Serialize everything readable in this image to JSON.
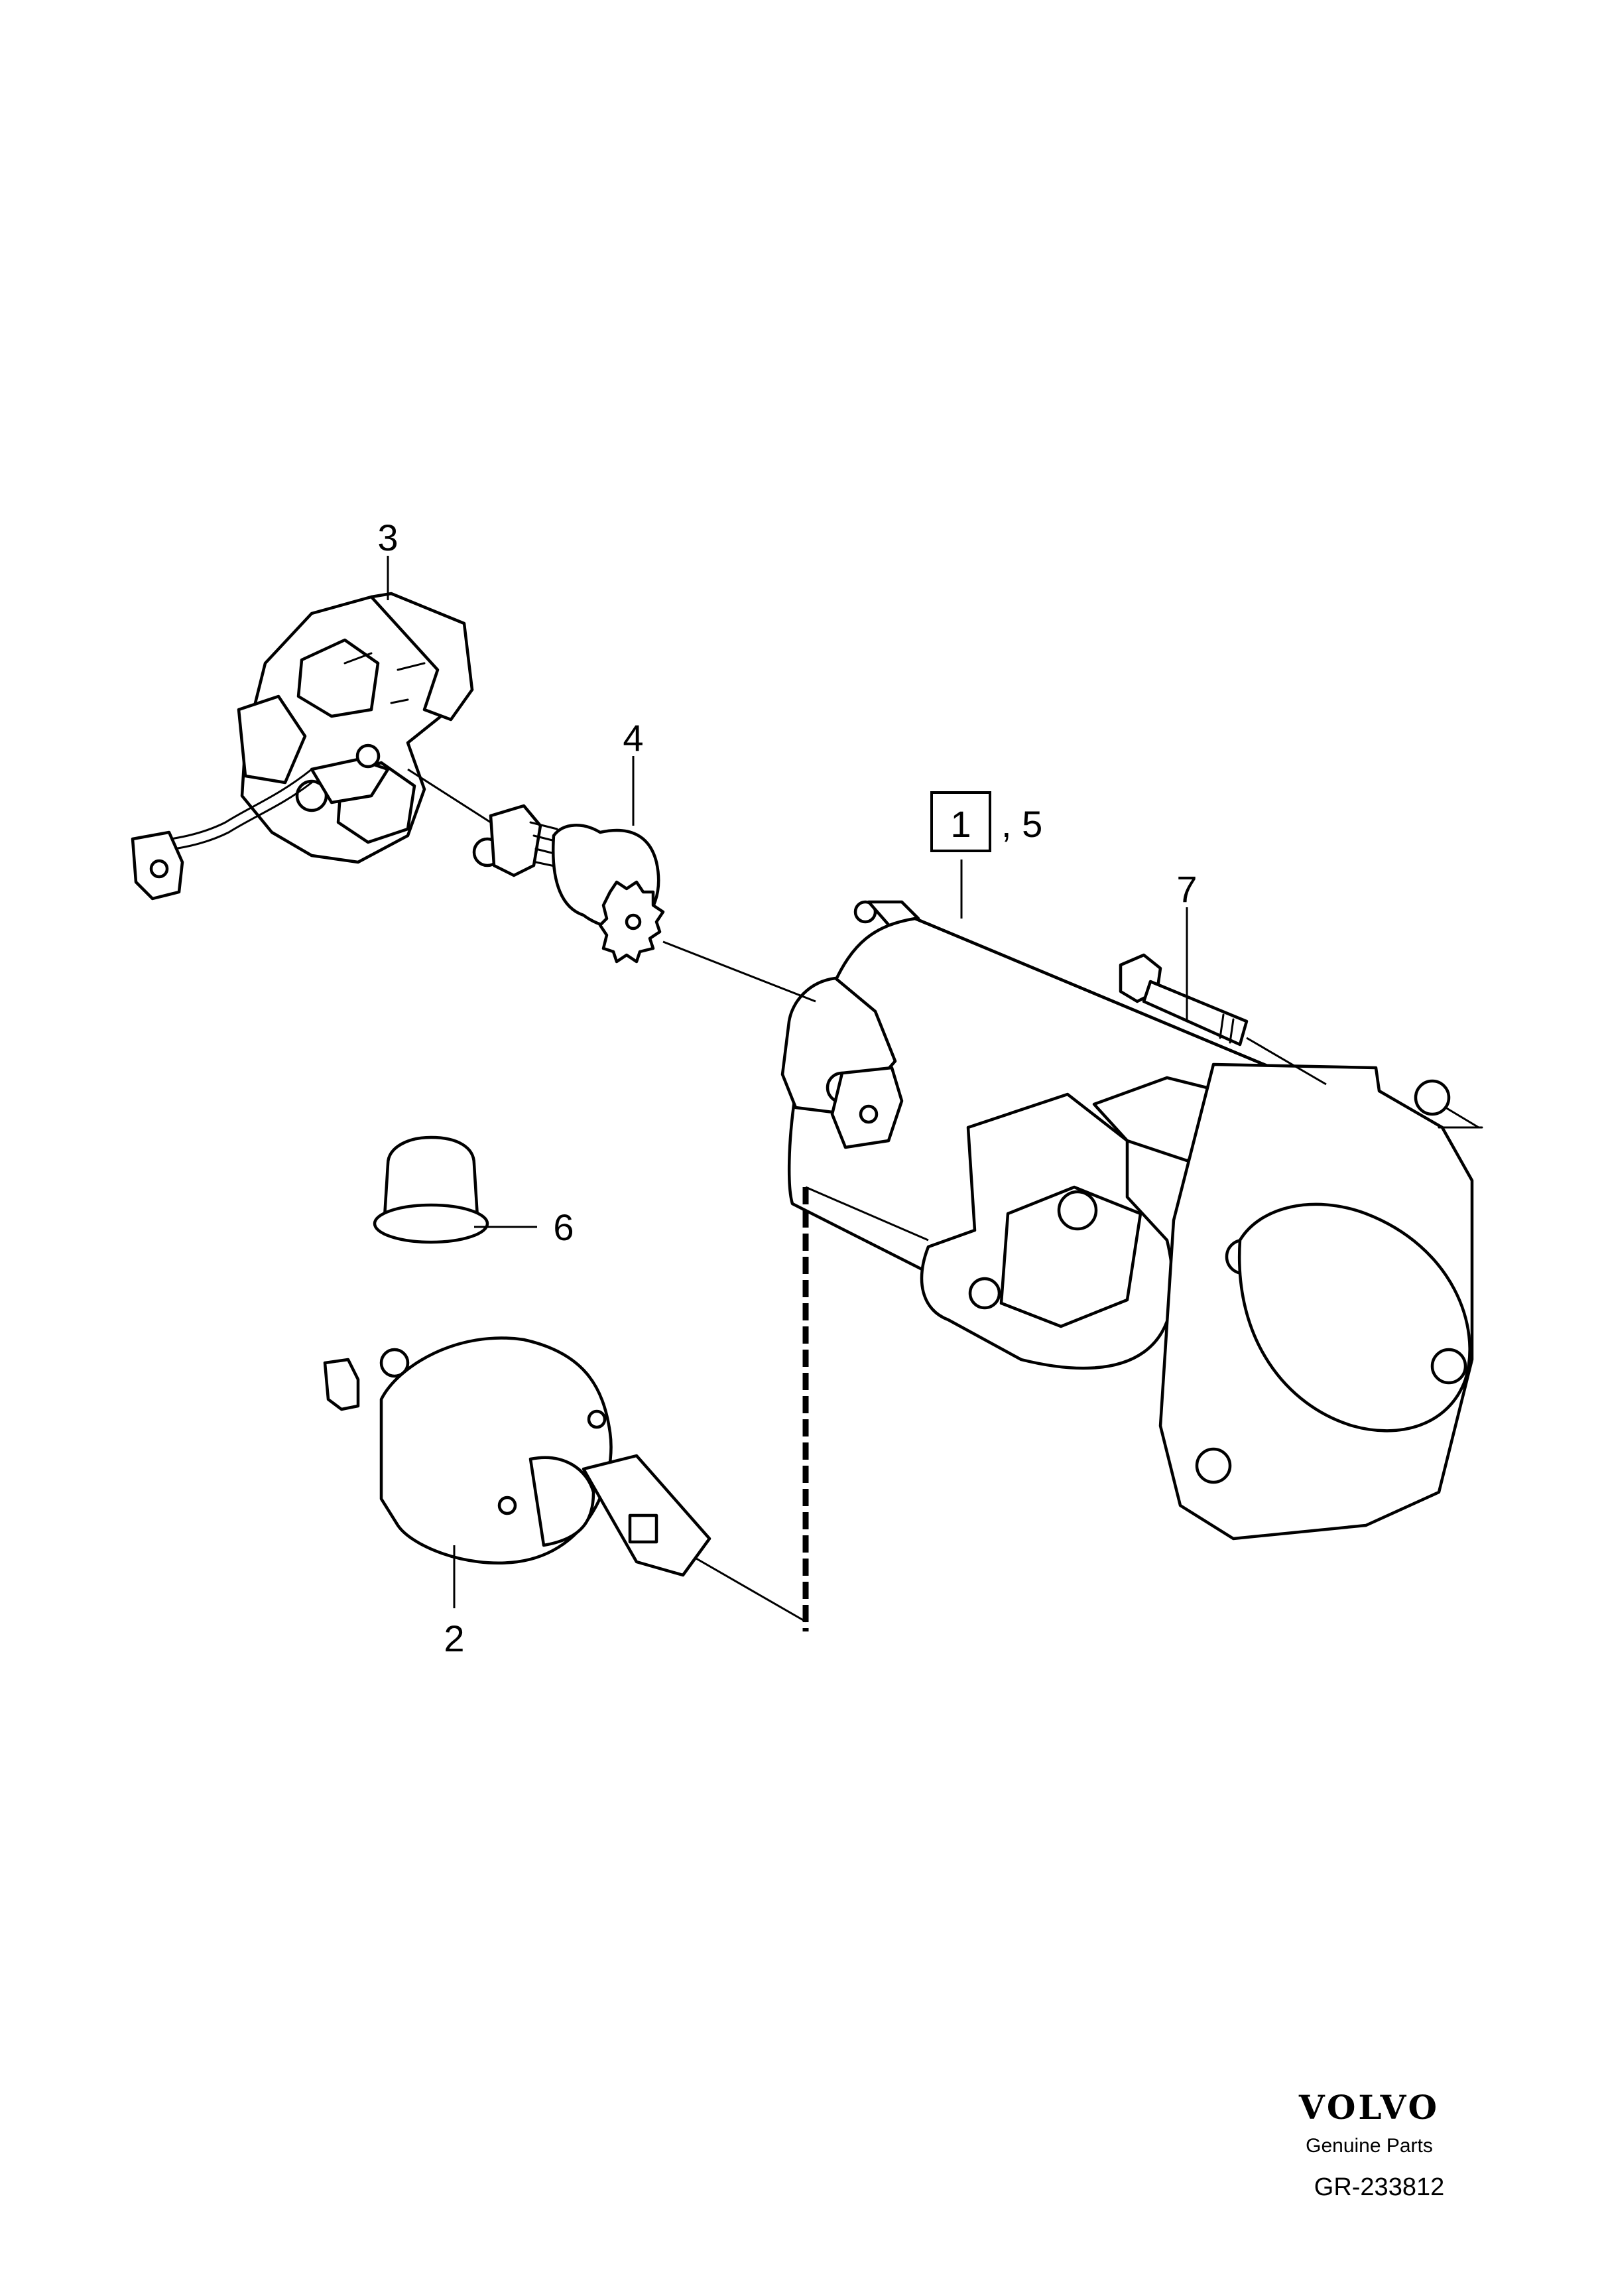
{
  "callouts": {
    "c1": "1",
    "c5": ", 5",
    "c2": "2",
    "c3": "3",
    "c4": "4",
    "c6": "6",
    "c7": "7"
  },
  "brand": {
    "logo_text": "VOLVO",
    "tagline": "Genuine Parts",
    "reference": "GR-233812"
  },
  "colors": {
    "ink": "#000000",
    "paper": "#ffffff"
  }
}
